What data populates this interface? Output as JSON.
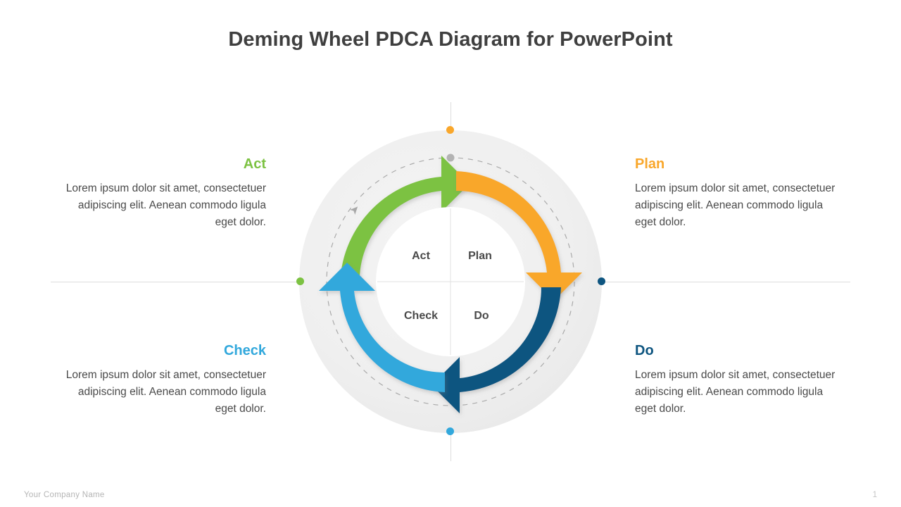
{
  "slide": {
    "title": "Deming Wheel PDCA Diagram for PowerPoint"
  },
  "colors": {
    "plan": "#F9A72B",
    "do": "#0E5580",
    "check": "#32A8DC",
    "act": "#7CC242",
    "title": "#3F3F3F",
    "body_text": "#4A4A4A",
    "wheel_background": "#EFEFEF",
    "guide_line": "#DCDCDC",
    "dashed_ring": "#9E9E9E",
    "footer": "#B5B5B5"
  },
  "blocks": [
    {
      "key": "act",
      "heading": "Act",
      "body": "Lorem ipsum dolor sit amet, consectetuer adipiscing elit. Aenean commodo ligula eget dolor.",
      "color": "#7CC242"
    },
    {
      "key": "plan",
      "heading": "Plan",
      "body": "Lorem ipsum dolor sit amet, consectetuer adipiscing elit. Aenean commodo ligula eget dolor.",
      "color": "#F9A72B"
    },
    {
      "key": "check",
      "heading": "Check",
      "body": "Lorem ipsum dolor sit amet, consectetuer adipiscing elit. Aenean commodo ligula eget dolor.",
      "color": "#32A8DC"
    },
    {
      "key": "do",
      "heading": "Do",
      "body": "Lorem ipsum dolor sit amet, consectetuer adipiscing elit. Aenean commodo ligula eget dolor.",
      "color": "#0E5580"
    }
  ],
  "wheel": {
    "quadrants": [
      {
        "key": "act",
        "label": "Act",
        "position": "top-left",
        "arrow_color": "#7CC242"
      },
      {
        "key": "plan",
        "label": "Plan",
        "position": "top-right",
        "arrow_color": "#F9A72B"
      },
      {
        "key": "check",
        "label": "Check",
        "position": "bottom-left",
        "arrow_color": "#32A8DC"
      },
      {
        "key": "do",
        "label": "Do",
        "position": "bottom-right",
        "arrow_color": "#0E5580"
      }
    ],
    "cycle_direction": "counter-clockwise-outer-dashed",
    "dots": [
      {
        "key": "top",
        "color": "#F9A72B"
      },
      {
        "key": "right",
        "color": "#0E5580"
      },
      {
        "key": "bottom",
        "color": "#32A8DC"
      },
      {
        "key": "left",
        "color": "#7CC242"
      }
    ]
  },
  "footer": {
    "company": "Your Company Name",
    "page_number": "1"
  }
}
